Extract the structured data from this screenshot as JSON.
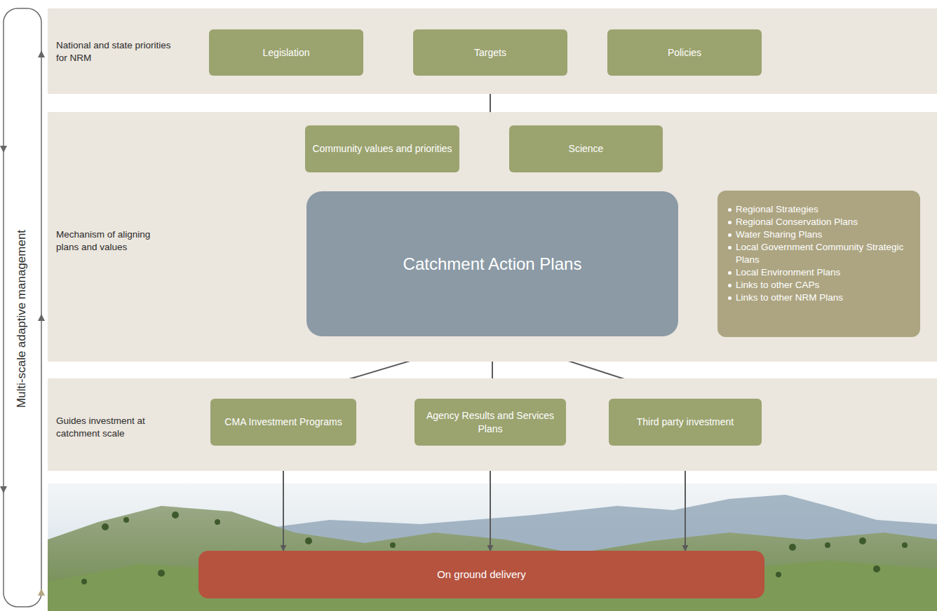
{
  "diagram": {
    "nodes": [
      {
        "text": [
          "National and state priorities for NRM"
        ]
      },
      {
        "text": [
          "Legislation"
        ],
        "in": 0
      },
      {
        "text": [
          "Targets"
        ],
        "in": 0
      },
      {
        "text": [
          "Policies"
        ],
        "in": 0
      },
      {
        "text": [
          "Mechanism of aligning plans and values"
        ]
      },
      {
        "text": [
          "Community values and priorities"
        ],
        "in": 4
      },
      {
        "text": [
          "Science"
        ],
        "in": 4
      },
      {
        "text": [
          "Catchment Action Plans"
        ],
        "in": 4
      },
      {
        "text": [
          "Regional Strategies",
          "Regional Conservation Plans",
          "Water Sharing Plans",
          "Local Government Community Strategic Plans",
          "Local Environment Plans",
          "Links to other CAPs",
          "Links to other NRM Plans"
        ],
        "in": 4
      },
      {
        "text": [
          "Guides investment at catchment scale"
        ]
      },
      {
        "text": [
          "CMA Investment Programs"
        ],
        "in": 9
      },
      {
        "text": [
          "Agency Results and Services Plans"
        ],
        "in": 9
      },
      {
        "text": [
          "Third party investment"
        ],
        "in": 9
      },
      {
        "text": [
          "On ground delivery"
        ]
      }
    ],
    "edges": [
      {
        "from": 1,
        "to": 2,
        "arrow": "none"
      },
      {
        "from": 2,
        "to": 3,
        "arrow": "none"
      },
      {
        "from": 5,
        "to": 6,
        "arrow": "none"
      },
      {
        "from": 2,
        "to": 7,
        "arrow": "to"
      },
      {
        "from": 7,
        "to": 8,
        "arrow": "both"
      },
      {
        "from": 7,
        "to": 10,
        "arrow": "to"
      },
      {
        "from": 7,
        "to": 11,
        "arrow": "to"
      },
      {
        "from": 7,
        "to": 12,
        "arrow": "to"
      },
      {
        "from": 10,
        "to": 13,
        "arrow": "to"
      },
      {
        "from": 11,
        "to": 13,
        "arrow": "to"
      },
      {
        "from": 12,
        "to": 13,
        "arrow": "to"
      }
    ],
    "labels": [
      "Multi-scale adaptive management"
    ]
  }
}
